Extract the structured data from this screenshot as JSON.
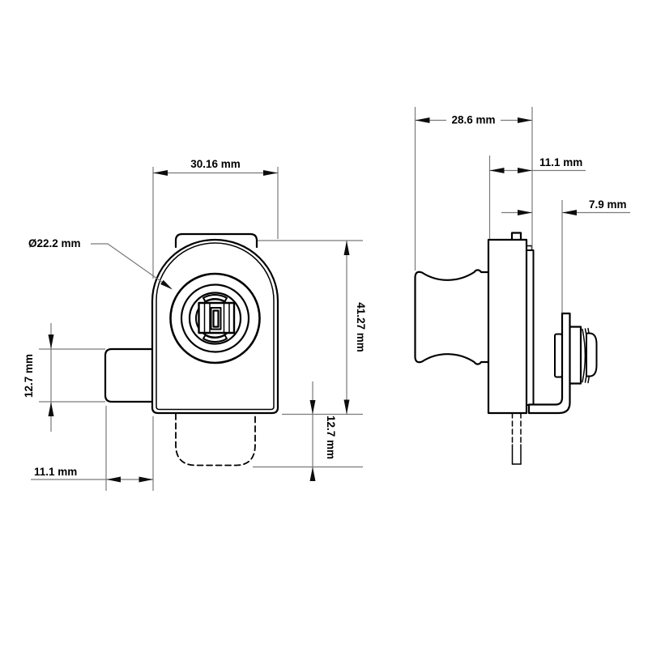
{
  "drawing": {
    "type": "technical-dimension-drawing",
    "subject": "cam-lock-two-view",
    "dims": {
      "front_width": "30.16 mm",
      "front_diameter": "Ø22.2 mm",
      "front_height": "41.27 mm",
      "front_tab_height": "12.7 mm",
      "front_tab_offset": "11.1 mm",
      "front_barrel_depth": "12.7 mm",
      "side_total_depth": "28.6 mm",
      "side_housing_depth": "11.1 mm",
      "side_stud_length": "7.9 mm"
    },
    "colors": {
      "outline": "#000000",
      "dimension_lines": "#7a7a7a",
      "text": "#000000",
      "background": "#ffffff"
    }
  }
}
